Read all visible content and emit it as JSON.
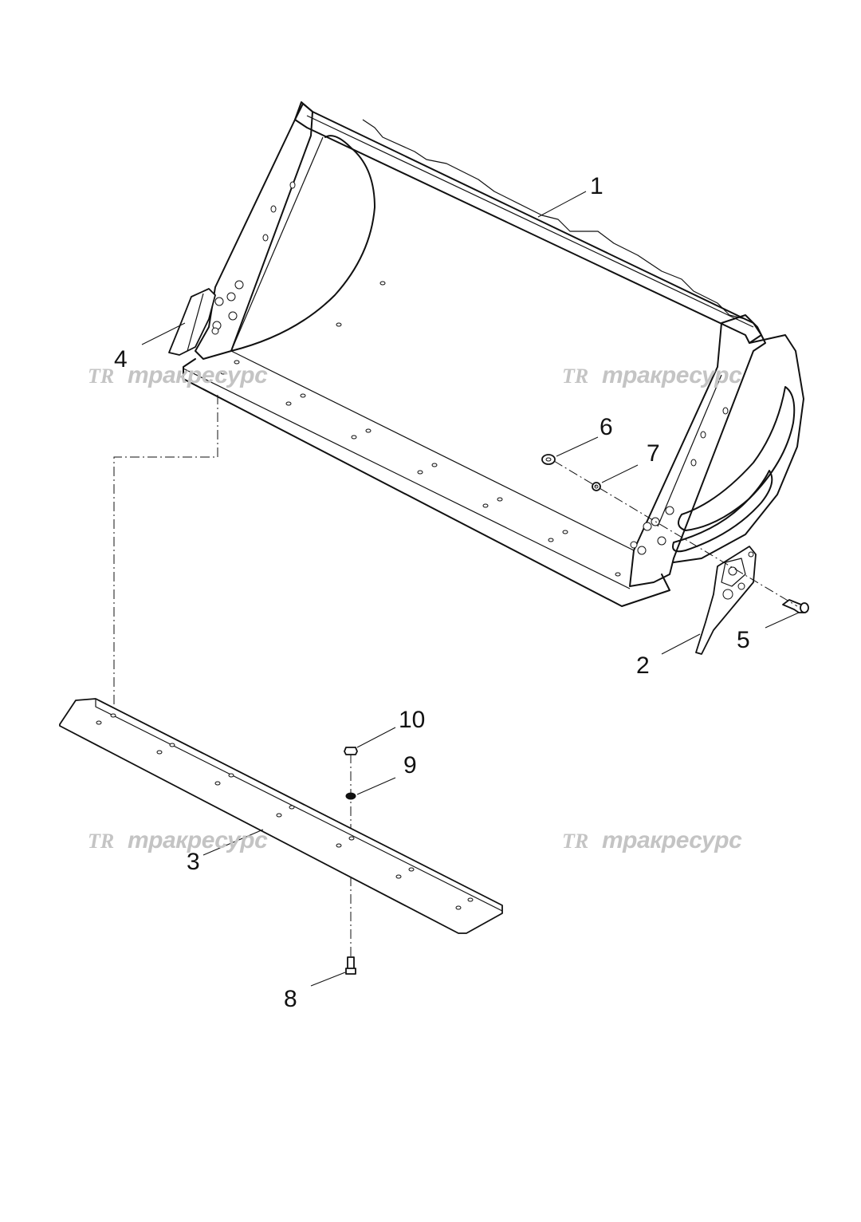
{
  "diagram": {
    "callouts": [
      {
        "id": "1",
        "label": "1"
      },
      {
        "id": "2",
        "label": "2"
      },
      {
        "id": "3",
        "label": "3"
      },
      {
        "id": "4",
        "label": "4"
      },
      {
        "id": "5",
        "label": "5"
      },
      {
        "id": "6",
        "label": "6"
      },
      {
        "id": "7",
        "label": "7"
      },
      {
        "id": "8",
        "label": "8"
      },
      {
        "id": "9",
        "label": "9"
      },
      {
        "id": "10",
        "label": "10"
      }
    ],
    "watermark": {
      "logo": "TR",
      "text": "тракресурс",
      "color": "#c4c4c4"
    }
  }
}
